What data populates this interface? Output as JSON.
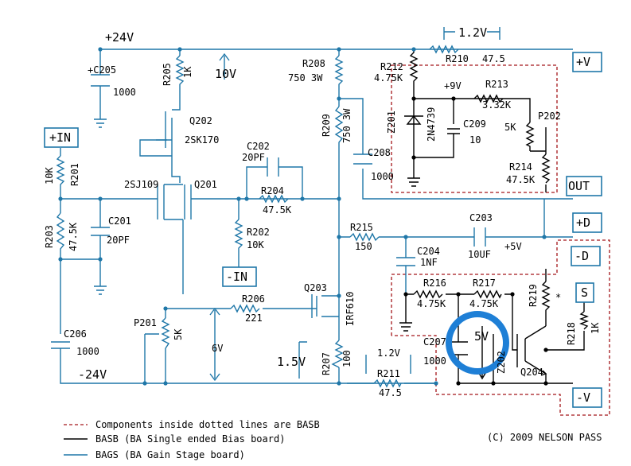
{
  "rails": {
    "v24": "+24V",
    "vm24": "-24V",
    "v10": "10V",
    "v9": "+9V",
    "v12a": "1.2V",
    "v12b": "1.2V",
    "v6": "6V",
    "v15": "1.5V",
    "v5": "+5V",
    "v5b": "5V"
  },
  "terminals": {
    "in_p": "+IN",
    "in_m": "-IN",
    "v_p": "+V",
    "out": "OUT",
    "d_p": "+D",
    "d_m": "-D",
    "s": "S",
    "v_m": "-V"
  },
  "parts": {
    "c205": "+C205",
    "c205v": "1000",
    "r205": "R205",
    "r205v": "1K",
    "q202": "Q202",
    "q202t": "2SK170",
    "r208": "R208",
    "r208v": "750 3W",
    "r212": "R212",
    "r212v": "4.75K",
    "r210": "R210",
    "r210v": "47.5",
    "r213": "R213",
    "r213v": "3.32K",
    "z201": "Z201",
    "z201t": "2N4739",
    "c209": "C209",
    "c209v": "10",
    "p202": "P202",
    "p202v": "5K",
    "r209": "R209",
    "r209v": "750 3W",
    "c208": "C208",
    "c208v": "1000",
    "r214": "R214",
    "r214v": "47.5K",
    "r201": "R201",
    "r201v": "10K",
    "q201t": "2SJ109",
    "q201": "Q201",
    "c202": "C202",
    "c202v": "20PF",
    "r204": "R204",
    "r204v": "47.5K",
    "r203": "R203",
    "r203v": "47.5K",
    "c201": "C201",
    "c201v": "20PF",
    "r202": "R202",
    "r202v": "10K",
    "r215": "R215",
    "r215v": "150",
    "c203": "C203",
    "c203v": "10UF",
    "c204": "C204",
    "c204v": "1NF",
    "r216": "R216",
    "r216v": "4.75K",
    "r217": "R217",
    "r217v": "4.75K",
    "r219": "R219",
    "r219v": "*",
    "r206": "R206",
    "r206v": "221",
    "q203": "Q203",
    "q203t": "IRF610",
    "c206": "C206",
    "c206v": "1000",
    "p201": "P201",
    "p201v": "5K",
    "r207": "R207",
    "r207v": "100",
    "r211": "R211",
    "r211v": "47.5",
    "c207": "C207",
    "c207v": "1000",
    "z202": "Z202",
    "q204": "Q204",
    "r218": "R218",
    "r218v": "1K"
  },
  "legend": {
    "dotted": "Components inside dotted lines are BASB",
    "black": "BASB (BA Single ended Bias board)",
    "blue": "BAGS (BA Gain Stage board)"
  },
  "copyright": "(C) 2009 NELSON PASS",
  "colors": {
    "bags_wire": "#1f77a8",
    "basb_wire": "#000000",
    "dotted_border": "#a3161a",
    "highlight_circle": "#1e7fd6"
  }
}
